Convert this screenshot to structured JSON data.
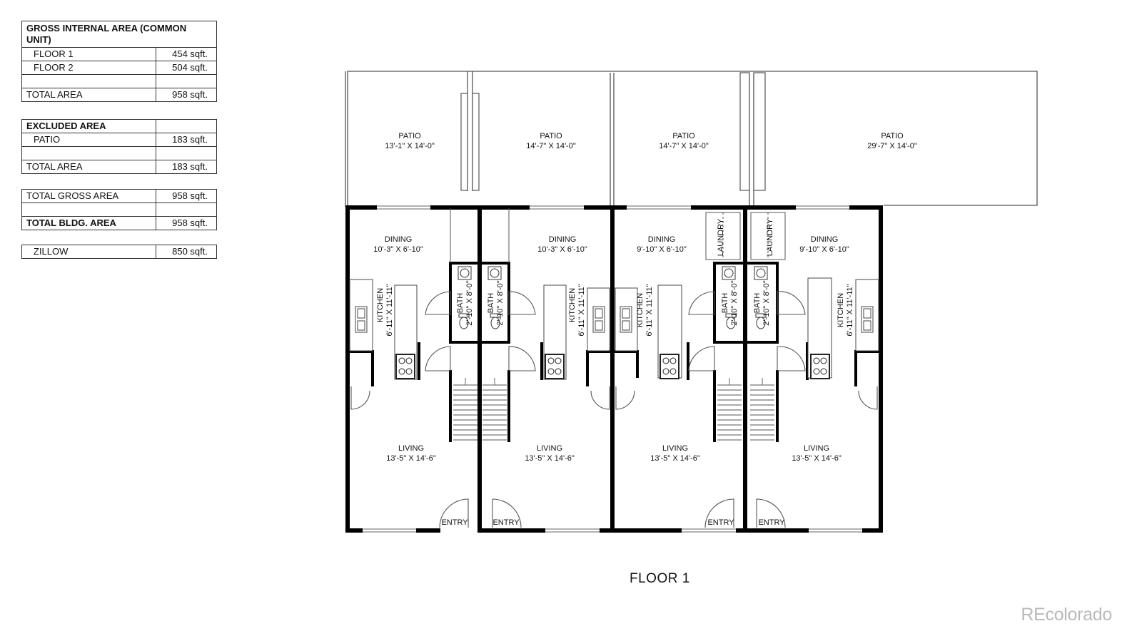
{
  "area_table": {
    "gross": {
      "header": "GROSS INTERNAL AREA (COMMON UNIT)",
      "rows": [
        {
          "label": "FLOOR 1",
          "value": "454 sqft."
        },
        {
          "label": "FLOOR 2",
          "value": "504 sqft."
        }
      ],
      "total_label": "TOTAL AREA",
      "total_value": "958 sqft."
    },
    "excluded": {
      "header": "EXCLUDED AREA",
      "rows": [
        {
          "label": "PATIO",
          "value": "183 sqft."
        }
      ],
      "total_label": "TOTAL AREA",
      "total_value": "183 sqft."
    },
    "total_gross_label": "TOTAL GROSS AREA",
    "total_gross_value": "958 sqft.",
    "total_bldg_label": "TOTAL BLDG. AREA",
    "total_bldg_value": "958 sqft.",
    "zillow_label": "ZILLOW",
    "zillow_value": "850 sqft."
  },
  "plan": {
    "patios": [
      {
        "name": "PATIO",
        "dims": "13'-1\" X 14'-0\""
      },
      {
        "name": "PATIO",
        "dims": "14'-7\" X 14'-0\""
      },
      {
        "name": "PATIO",
        "dims": "14'-7\" X 14'-0\""
      },
      {
        "name": "PATIO",
        "dims": "29'-7\" X 14'-0\""
      }
    ],
    "units": [
      {
        "dining": "DINING",
        "dining_dims": "10'-3\" X 6'-10\"",
        "kitchen": "KITCHEN",
        "kitchen_dims": "6'-11\" X 11'-11\"",
        "bath": "BATH",
        "bath_dims": "2'-10\" X 8'-0\"",
        "living": "LIVING",
        "living_dims": "13'-5\" X 14'-6\"",
        "entry": "ENTRY"
      },
      {
        "dining": "DINING",
        "dining_dims": "10'-3\" X 6'-10\"",
        "kitchen": "KITCHEN",
        "kitchen_dims": "6'-11\" X 11'-11\"",
        "bath": "BATH",
        "bath_dims": "2'-10\" X 8'-0\"",
        "living": "LIVING",
        "living_dims": "13'-5\" X 14'-6\"",
        "entry": "ENTRY"
      },
      {
        "dining": "DINING",
        "dining_dims": "9'-10\" X 6'-10\"",
        "kitchen": "KITCHEN",
        "kitchen_dims": "6'-11\" X 11'-11\"",
        "bath": "BATH",
        "bath_dims": "2'-10\" X 8'-0\"",
        "living": "LIVING",
        "living_dims": "13'-5\" X 14'-6\"",
        "entry": "ENTRY",
        "laundry": "LAUNDRY"
      },
      {
        "dining": "DINING",
        "dining_dims": "9'-10\" X 6'-10\"",
        "kitchen": "KITCHEN",
        "kitchen_dims": "6'-11\" X 11'-11\"",
        "bath": "BATH",
        "bath_dims": "2'-10\" X 8'-0\"",
        "living": "LIVING",
        "living_dims": "13'-5\" X 14'-6\"",
        "entry": "ENTRY",
        "laundry": "LAUNDRY"
      }
    ],
    "floor_label": "FLOOR 1"
  },
  "watermark": "REcolorado"
}
